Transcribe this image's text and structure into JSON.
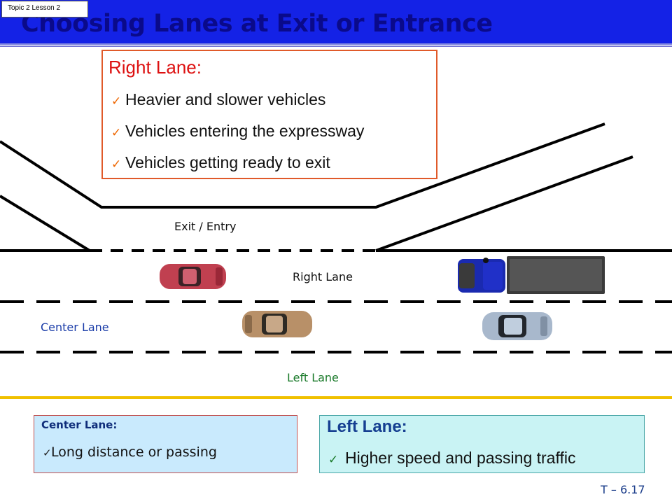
{
  "slide": {
    "topic_label": "Topic 2 Lesson 2",
    "title": "Choosing Lanes at Exit or Entrance",
    "slide_number": "T – 6.17"
  },
  "colors": {
    "header_bar": "#1422e6",
    "title_text": "#0a0a8a",
    "right_lane_title": "#dd1111",
    "check_orange": "#ee6600",
    "center_lane_label": "#1a3ca8",
    "left_lane_label": "#1a7a2a",
    "yellow_edge": "#f0c000"
  },
  "right_lane_callout": {
    "title": "Right Lane:",
    "items": [
      "Heavier and slower vehicles",
      "Vehicles entering the expressway",
      "Vehicles getting ready to exit"
    ],
    "check_icon": "check-icon"
  },
  "road_labels": {
    "exit_entry": "Exit / Entry",
    "right_lane": "Right Lane",
    "center_lane": "Center Lane",
    "left_lane": "Left Lane"
  },
  "vehicles": [
    {
      "name": "red-car",
      "lane": "Right Lane",
      "color": "#c04050"
    },
    {
      "name": "tan-car",
      "lane": "Center Lane",
      "color": "#b89068"
    },
    {
      "name": "silver-car",
      "lane": "Center Lane",
      "color": "#a8b8cc"
    },
    {
      "name": "blue-semi-truck",
      "lane": "Right Lane",
      "color": "#1a2ab0"
    }
  ],
  "center_lane_callout": {
    "title": "Center Lane:",
    "items": [
      "Long distance or passing"
    ]
  },
  "left_lane_callout": {
    "title": "Left Lane:",
    "items": [
      "Higher speed and passing traffic"
    ]
  }
}
